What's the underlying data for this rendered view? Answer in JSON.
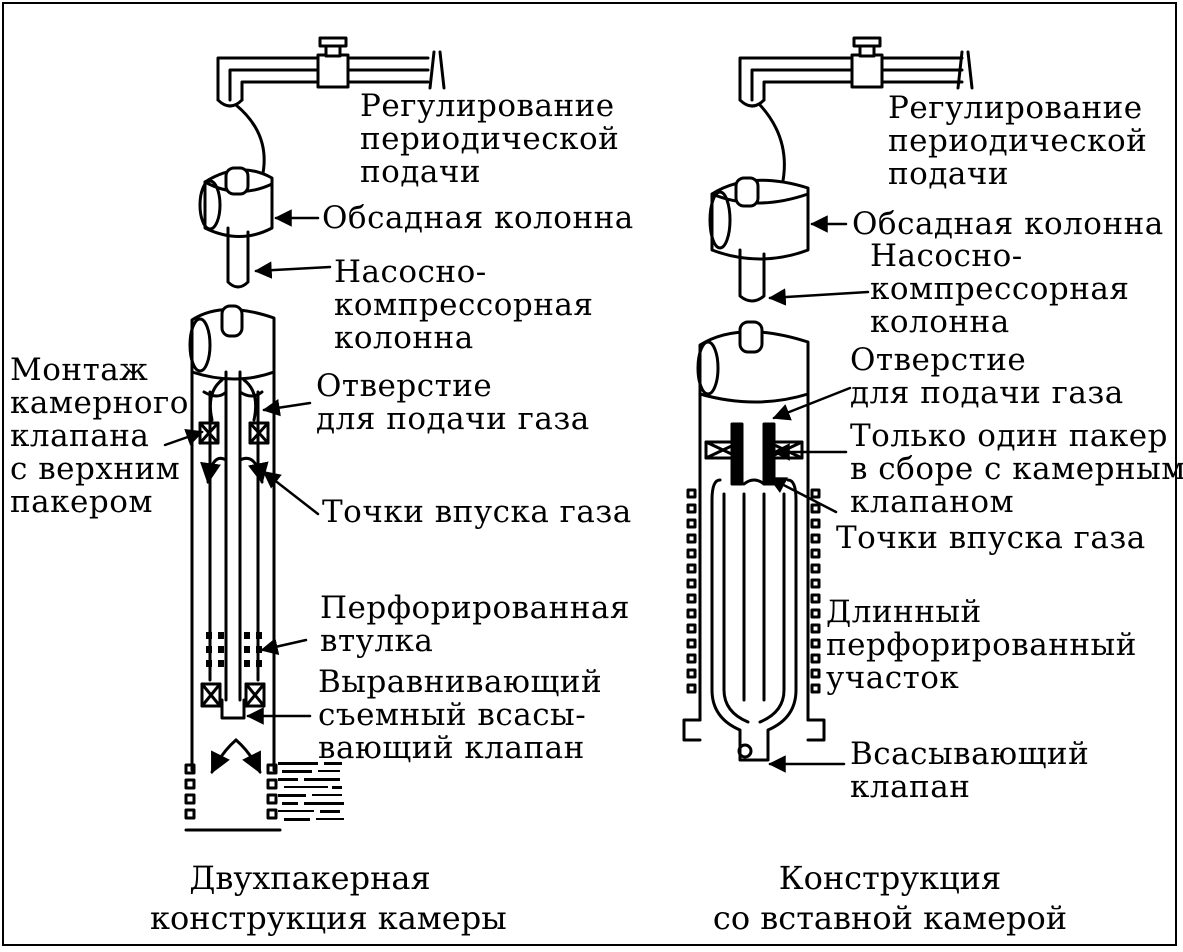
{
  "ink_color": "#000000",
  "background": "#ffffff",
  "left_panel": {
    "labels": {
      "intermittent_control": "Регулирование\nпериодической\nподачи",
      "casing": "Обсадная колонна",
      "tubing": "Насосно-\nкомпрессорная\nколонна",
      "mounting": "Монтаж\nкамерного\nклапана\nс верхним\nпакером",
      "gas_hole": "Отверстие\nдля подачи газа",
      "gas_inlet": "Точки впуска газа",
      "perforated_sleeve": "Перфорированная\nвтулка",
      "equalizing_valve": "Выравнивающий\nсъемный всасы-\nвающий клапан"
    },
    "caption": "Двухпакерная\nконструкция камеры"
  },
  "right_panel": {
    "labels": {
      "intermittent_control": "Регулирование\nпериодической\nподачи",
      "casing": "Обсадная колонна",
      "tubing": "Насосно-\nкомпрессорная\nколонна",
      "gas_hole": "Отверстие\nдля подачи газа",
      "single_packer": "Только один пакер\nв сборе с камерным\nклапаном",
      "gas_inlet": "Точки впуска газа",
      "long_perforated": "Длинный\nперфорированный\nучасток",
      "standing_valve": "Всасывающий\nклапан"
    },
    "caption": "Конструкция\nсо вставной камерой"
  }
}
